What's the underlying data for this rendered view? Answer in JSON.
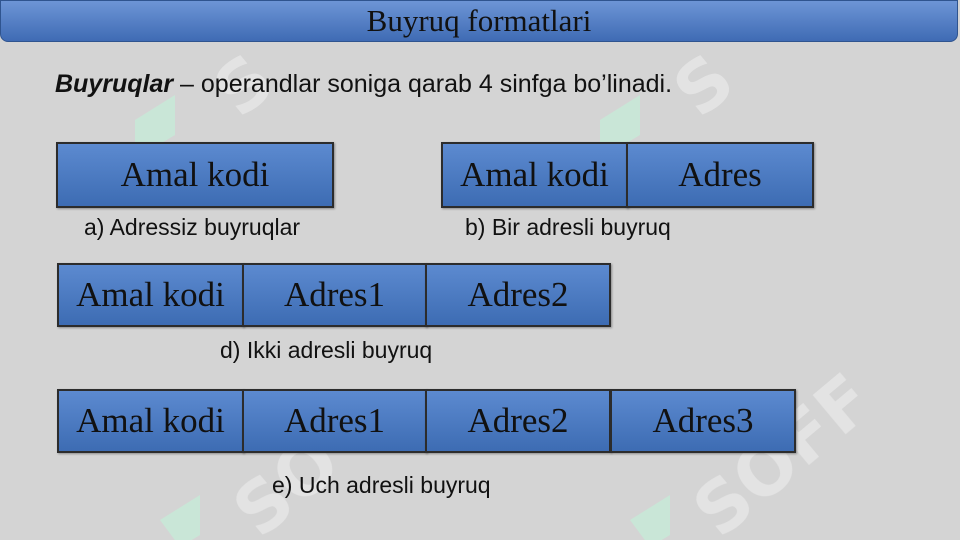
{
  "slide": {
    "title": "Buyruq formatlari",
    "intro_bold": "Buyruqlar",
    "intro_rest": " – operandlar soniga qarab 4 sinfga bo’linadi."
  },
  "diagram": {
    "a": {
      "fields": [
        "Amal kodi"
      ],
      "caption": "a) Adressiz buyruqlar"
    },
    "b": {
      "fields": [
        "Amal kodi",
        "Adres"
      ],
      "caption": "b) Bir adresli buyruq"
    },
    "d": {
      "fields": [
        "Amal kodi",
        "Adres1",
        "Adres2"
      ],
      "caption": "d) Ikki adresli buyruq"
    },
    "e": {
      "fields": [
        "Amal kodi",
        "Adres1",
        "Adres2",
        "Adres3"
      ],
      "caption": "e) Uch adresli buyruq"
    }
  },
  "colors": {
    "box_fill": "#4a7bc4",
    "title_bar": "#5a84c8",
    "background": "#d4d4d4",
    "watermark": "#b8ecd2"
  },
  "watermark": {
    "icon": "soff-logo-watermark",
    "text": "SOFF"
  }
}
